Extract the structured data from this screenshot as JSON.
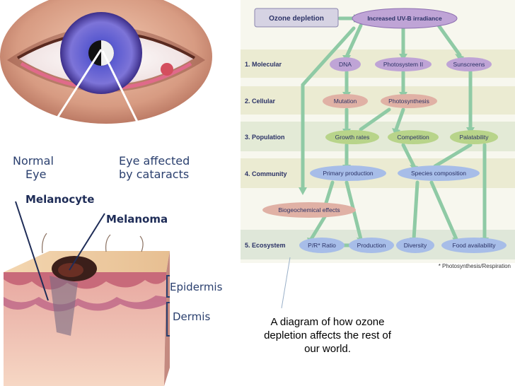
{
  "eye": {
    "normal_label_line1": "Normal",
    "normal_label_line2": "Eye",
    "cataract_label_line1": "Eye affected",
    "cataract_label_line2": "by cataracts"
  },
  "skin": {
    "melanocyte": "Melanocyte",
    "melanoma": "Melanoma",
    "epidermis": "Epidermis",
    "dermis": "Dermis"
  },
  "caption": {
    "line1": "A diagram of how ozone",
    "line2": "depletion affects the rest of",
    "line3": "our world."
  },
  "flow": {
    "top_left": "Ozone depletion",
    "top_right": "Increased UV-B irradiance",
    "levels": [
      "1. Molecular",
      "2. Cellular",
      "3. Population",
      "4. Community",
      "5. Ecosystem"
    ],
    "nodes": {
      "dna": "DNA",
      "photosystem": "Photosystem II",
      "sunscreens": "Sunscreens",
      "mutation": "Mutation",
      "photosynthesis": "Photosynthesis",
      "growth": "Growth rates",
      "competition": "Competition",
      "palatability": "Palatability",
      "primary": "Primary production",
      "species": "Species composition",
      "biogeo": "Biogeochemical effects",
      "pr_ratio": "P/R* Ratio",
      "production": "Production",
      "diversity": "Diversity",
      "food": "Food availability"
    },
    "footnote": "* Photosynthesis/Respiration"
  },
  "colors": {
    "band": "#ebebd2",
    "band_alt": "#dfe7d9",
    "arrow": "#8fcaa5",
    "purple_node": "#bfa4d6",
    "pink_node": "#e0b1a5",
    "green_node": "#b8d48a",
    "blue_node": "#a7bde8",
    "text": "#2b3266"
  },
  "icons": {
    "speaker": "speaker-icon"
  }
}
